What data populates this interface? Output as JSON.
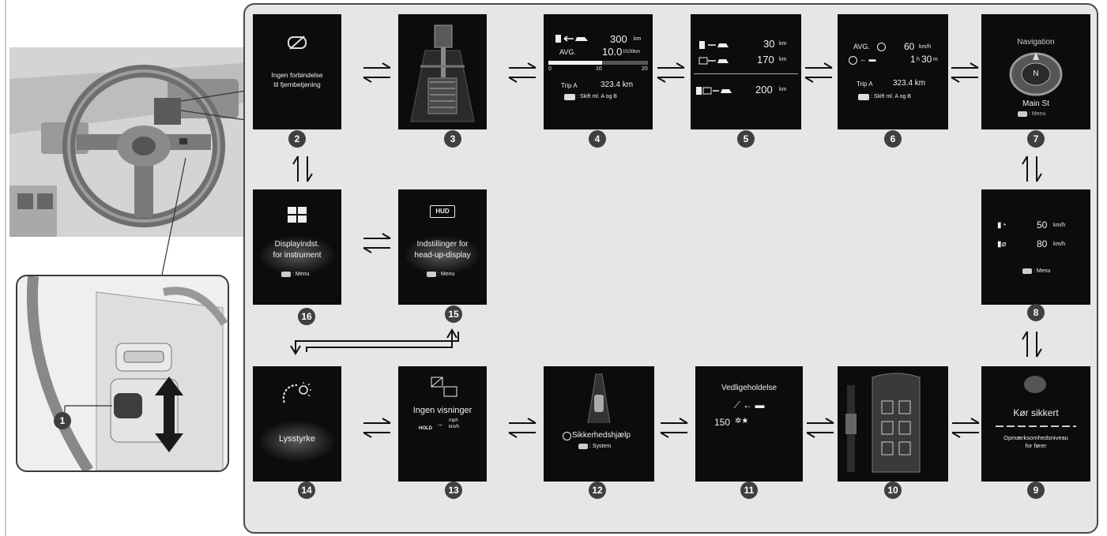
{
  "screens": {
    "s2": {
      "number": "2",
      "line1": "Ingen forbindelse",
      "line2": "til fjernbetjening"
    },
    "s3": {
      "number": "3"
    },
    "s4": {
      "number": "4",
      "range_value": "300",
      "range_unit": "km",
      "avg_label": "AVG.",
      "avg_value": "10.0",
      "avg_unit": "l/100km",
      "scale": [
        "0",
        "10",
        "20"
      ],
      "trip_label": "Trip A",
      "trip_value": "323.4 km",
      "hint": ": Skift ml. A og B"
    },
    "s5": {
      "number": "5",
      "row1_value": "30",
      "row2_value": "170",
      "row3_value": "200",
      "unit": "km"
    },
    "s6": {
      "number": "6",
      "avg_label": "AVG.",
      "speed_value": "60",
      "speed_unit": "km/h",
      "time_h": "1",
      "time_h_unit": "h",
      "time_m": "30",
      "time_m_unit": "m",
      "trip_label": "Trip A",
      "trip_value": "323.4 km",
      "hint": ": Skift ml. A og B"
    },
    "s7": {
      "number": "7",
      "title": "Navigation",
      "compass": "N",
      "street": "Main St",
      "hint": ": Menu"
    },
    "s8": {
      "number": "8",
      "speed1": "50",
      "speed2": "80",
      "unit": "km/h",
      "hint": ": Menu"
    },
    "s9": {
      "number": "9",
      "title": "Kør sikkert",
      "line1": "Opmærksomhedsniveau",
      "line2": "for fører"
    },
    "s10": {
      "number": "10"
    },
    "s11": {
      "number": "11",
      "title": "Vedligeholdelse",
      "value": "150"
    },
    "s12": {
      "number": "12",
      "label": "Sikkerhedshjælp",
      "hint": ": System"
    },
    "s13": {
      "number": "13",
      "title": "Ingen visninger",
      "hold": "HOLD",
      "unit_a": "mph",
      "unit_b": "km/h"
    },
    "s14": {
      "number": "14",
      "label": "Lysstyrke"
    },
    "s15": {
      "number": "15",
      "badge": "HUD",
      "line1": "Indstillinger for",
      "line2": "head-up-display",
      "hint": ": Menu"
    },
    "s16": {
      "number": "16",
      "line1": "Displayindst.",
      "line2": "for instrument",
      "hint": ": Menu"
    }
  },
  "callout": {
    "number": "1"
  },
  "colors": {
    "panel_bg": "#e6e6e6",
    "screen_bg": "#0c0c0c",
    "badge_bg": "#3f3f3f"
  }
}
